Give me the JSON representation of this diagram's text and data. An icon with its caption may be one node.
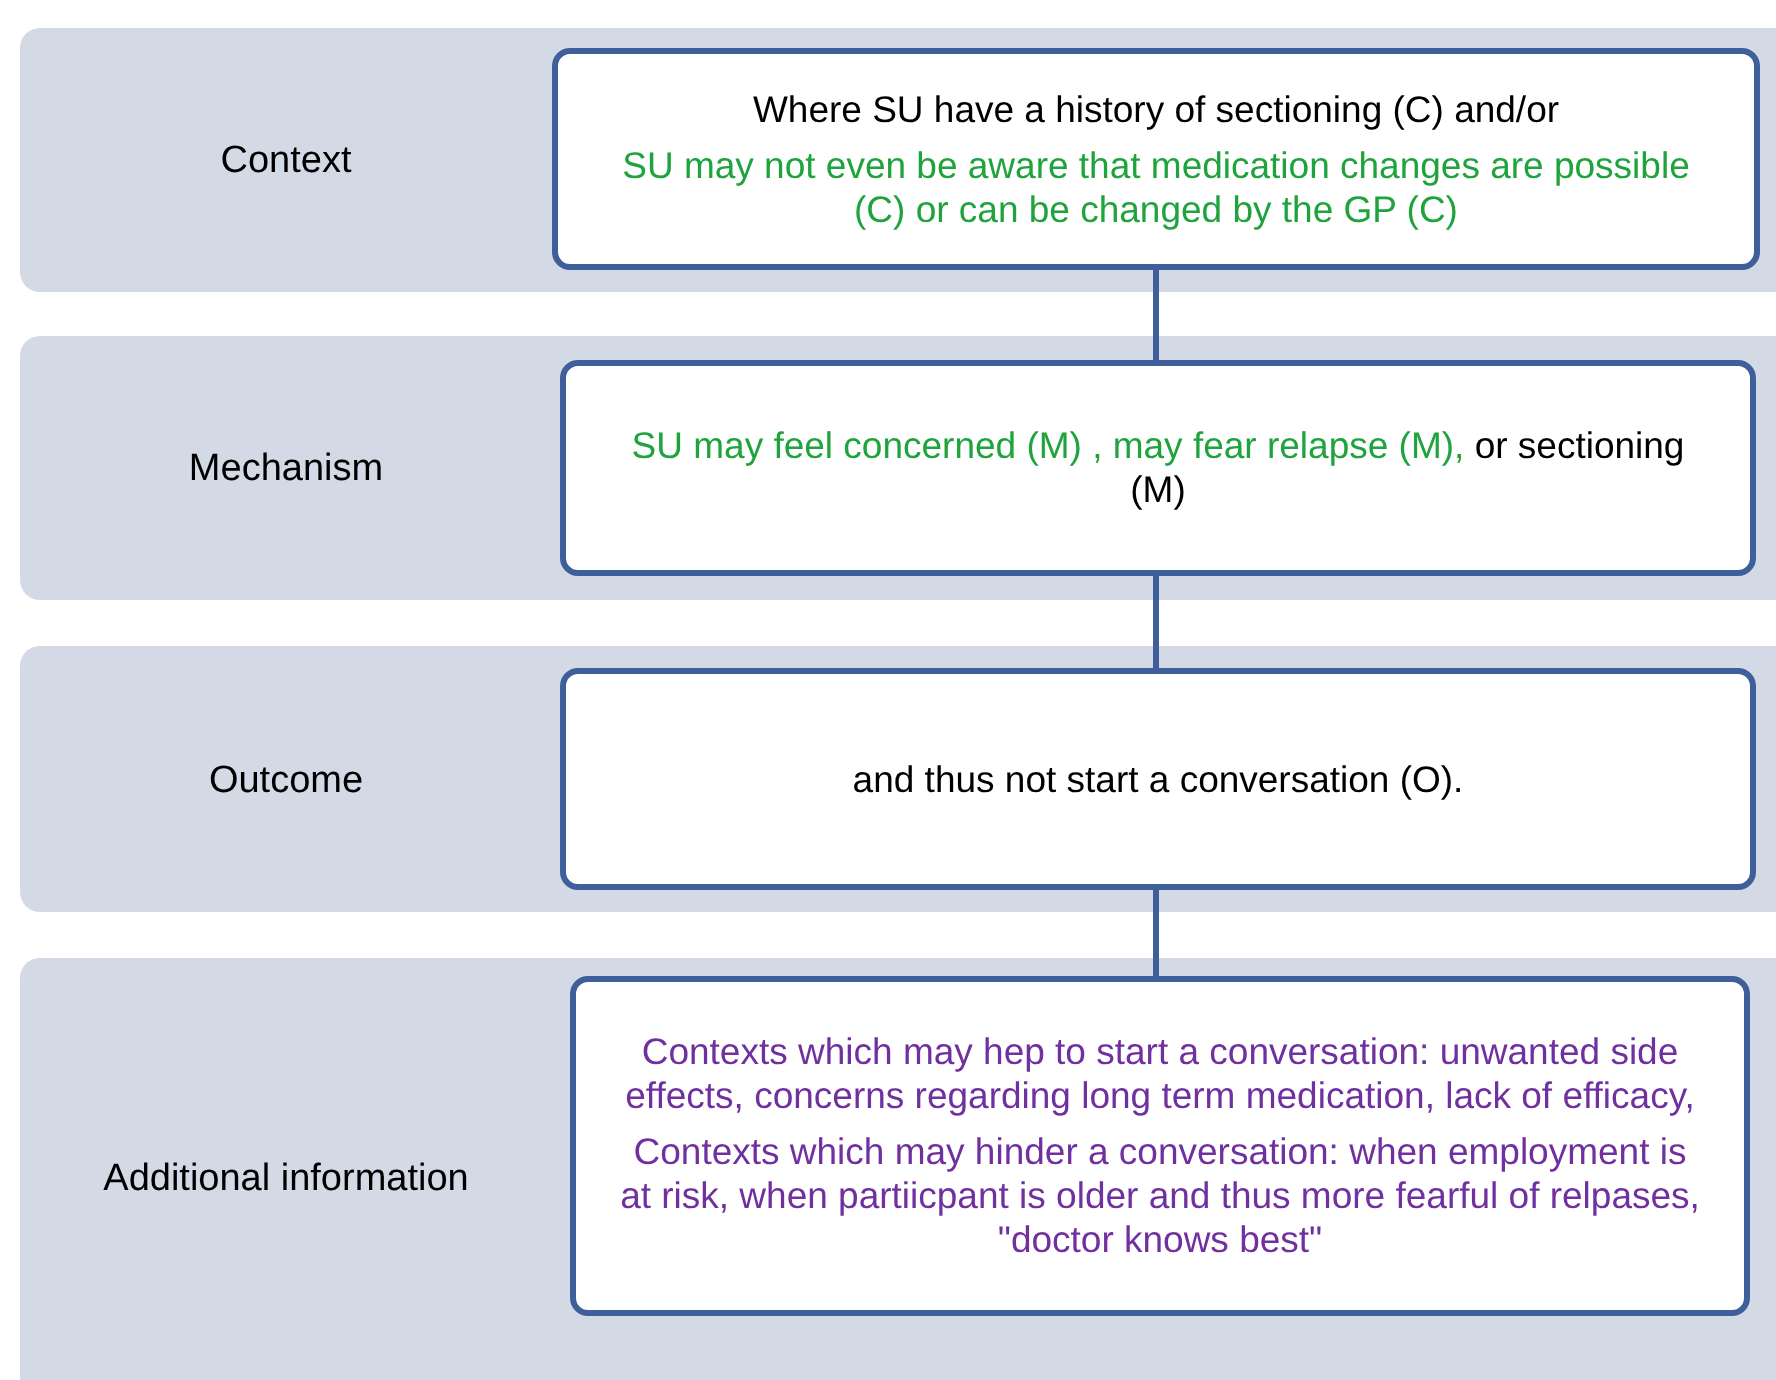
{
  "diagram": {
    "nodes": [
      {
        "text": [
          "Context"
        ]
      },
      {
        "text": [
          "Where SU have a history of sectioning (C) and/or",
          "SU may not even be aware that medication changes are possible (C) or can be changed by the GP (C)"
        ],
        "in": 0
      },
      {
        "text": [
          "Mechanism"
        ]
      },
      {
        "text": [
          "SU may feel concerned (M) , may fear relapse (M),",
          "or sectioning (M)"
        ],
        "in": 2
      },
      {
        "text": [
          "Outcome"
        ]
      },
      {
        "text": [
          "and thus not start a conversation (O)."
        ],
        "in": 4
      },
      {
        "text": [
          "Additional information"
        ]
      },
      {
        "text": [
          "Contexts which may hep to start a conversation: unwanted side effects, concerns regarding long term medication, lack of efficacy,",
          "Contexts which may hinder a conversation: when employment is at risk, when partiicpant is older and thus more fearful of relpases, \"doctor knows best\""
        ],
        "in": 6
      }
    ],
    "edges": [
      {
        "from": 1,
        "to": 3,
        "arrow": "none"
      },
      {
        "from": 3,
        "to": 5,
        "arrow": "none"
      },
      {
        "from": 5,
        "to": 7,
        "arrow": "none"
      }
    ]
  }
}
